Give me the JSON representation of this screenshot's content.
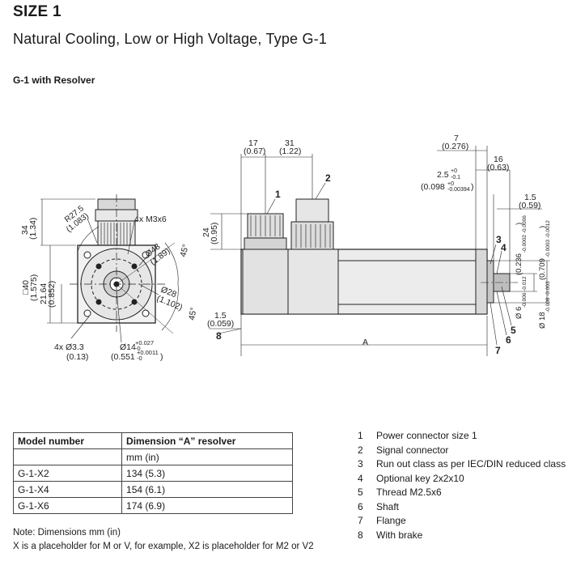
{
  "header": {
    "size": "SIZE 1",
    "subtitle": "Natural Cooling, Low or High Voltage, Type G-1",
    "section": "G-1 with Resolver"
  },
  "drawing": {
    "front": {
      "d34": "34",
      "d34in": "(1.34)",
      "r275": "R27.5",
      "r275in": "(1.083)",
      "m3": "4x M3x6",
      "d48": "Ø48",
      "d48in": "(1.89)",
      "a45a": "45°",
      "a45b": "45°",
      "d40": "□40",
      "d40in": "(1.575)",
      "d2164": "21.64",
      "d2164in": "(0.852)",
      "d28": "Ø28",
      "d28in": "(1.102)",
      "d33": "4x Ø3.3",
      "d33in": "(0.13)",
      "d14": "Ø14",
      "d14tol_up": "+0.027",
      "d14tol_lo": "-0",
      "d14in": "(0.551",
      "d14in_up": "+0.0011",
      "d14in_lo": "-0",
      "d14in_close": ")"
    },
    "side": {
      "d17": "17",
      "d17in": "(0.67)",
      "d31": "31",
      "d31in": "(1.22)",
      "d24": "24",
      "d24in": "(0.95)",
      "d15": "1.5",
      "d15in": "(0.059)",
      "dA": "A",
      "d7": "7",
      "d7in": "(0.276)",
      "d16": "16",
      "d16in": "(0.63)",
      "d25": "2.5",
      "d25up": "+0",
      "d25lo": "-0.1",
      "d25in": "(0.098",
      "d25in_up": "+0",
      "d25in_lo": "-0.00394",
      "d25in_close": ")",
      "d15b": "1.5",
      "d15bin": "(0.59)",
      "d6": "Ø 6",
      "d6tol": "-0.006 -0.012",
      "d6in": "(0.236",
      "d6intol": "-0.0002 -0.0006",
      "d6close": ")",
      "d18": "Ø 18",
      "d18tol": "-0.008 -0.003",
      "d18in": "(0.709",
      "d18intol": "-0.0003 -0.0012",
      "d18close": ")"
    },
    "callouts": [
      "1",
      "2",
      "3",
      "4",
      "5",
      "6",
      "7",
      "8"
    ]
  },
  "table": {
    "headers": [
      "Model number",
      "Dimension “A” resolver"
    ],
    "unit": "mm (in)",
    "rows": [
      [
        "G-1-X2",
        "134 (5.3)"
      ],
      [
        "G-1-X4",
        "154 (6.1)"
      ],
      [
        "G-1-X6",
        "174 (6.9)"
      ]
    ]
  },
  "legend": [
    {
      "num": "1",
      "text": "Power connector size 1"
    },
    {
      "num": "2",
      "text": "Signal connector"
    },
    {
      "num": "3",
      "text": "Run out class as per IEC/DIN reduced class"
    },
    {
      "num": "4",
      "text": "Optional key 2x2x10"
    },
    {
      "num": "5",
      "text": "Thread M2.5x6"
    },
    {
      "num": "6",
      "text": "Shaft"
    },
    {
      "num": "7",
      "text": "Flange"
    },
    {
      "num": "8",
      "text": "With brake"
    }
  ],
  "notes": {
    "units": "Note: Dimensions mm (in)",
    "placeholder": "X is a placeholder for M or V, for example, X2 is placeholder for M2 or V2"
  }
}
